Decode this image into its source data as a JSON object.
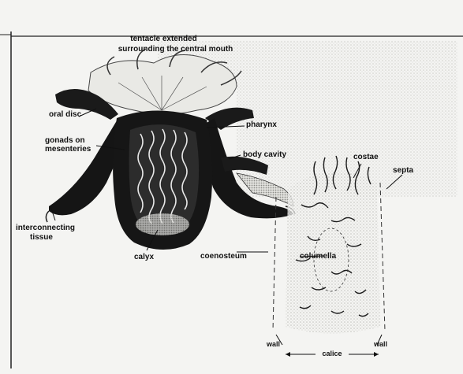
{
  "labels": {
    "tentacle_line1": "tentacle extended",
    "tentacle_line2": "surrounding the central mouth",
    "oral_disc": "oral disc",
    "pharynx": "pharynx",
    "gonads_line1": "gonads on",
    "gonads_line2": "mesenteries",
    "body_cavity": "body cavity",
    "costae": "costae",
    "septa": "septa",
    "interconnecting_line1": "interconnecting",
    "interconnecting_line2": "tissue",
    "calyx": "calyx",
    "coenosteum": "coenosteum",
    "columella": "columella",
    "wall_left": "wall",
    "wall_right": "wall",
    "calice": "calice"
  },
  "colors": {
    "ink": "#111111",
    "paper": "#f4f4f2",
    "halftone": "#c8c8c4"
  }
}
